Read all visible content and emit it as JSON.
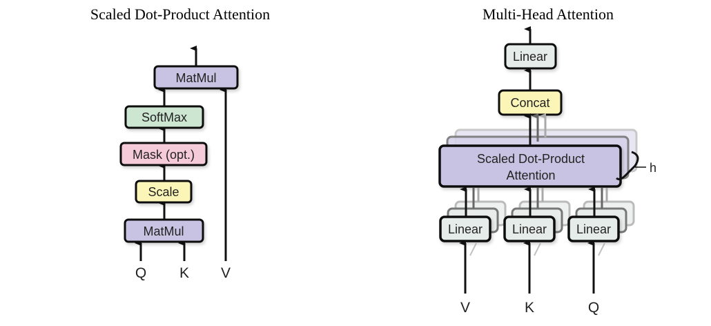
{
  "left": {
    "title": "Scaled Dot-Product Attention",
    "blocks": {
      "matmul_top": "MatMul",
      "softmax": "SoftMax",
      "mask": "Mask (opt.)",
      "scale": "Scale",
      "matmul_bottom": "MatMul"
    },
    "inputs": {
      "q": "Q",
      "k": "K",
      "v": "V"
    }
  },
  "right": {
    "title": "Multi-Head Attention",
    "blocks": {
      "linear_out": "Linear",
      "concat": "Concat",
      "attention_line1": "Scaled Dot-Product",
      "attention_line2": "Attention",
      "linear_v": "Linear",
      "linear_k": "Linear",
      "linear_q": "Linear"
    },
    "heads_label": "h",
    "inputs": {
      "v": "V",
      "k": "K",
      "q": "Q"
    }
  },
  "colors": {
    "matmul": "#c8c3e2",
    "softmax": "#cde6d2",
    "mask": "#f5cad9",
    "scale": "#fbf5b8",
    "linear": "#e6ecea",
    "concat": "#fbf5b8",
    "attention": "#c8c3e2",
    "stroke": "#111111"
  }
}
